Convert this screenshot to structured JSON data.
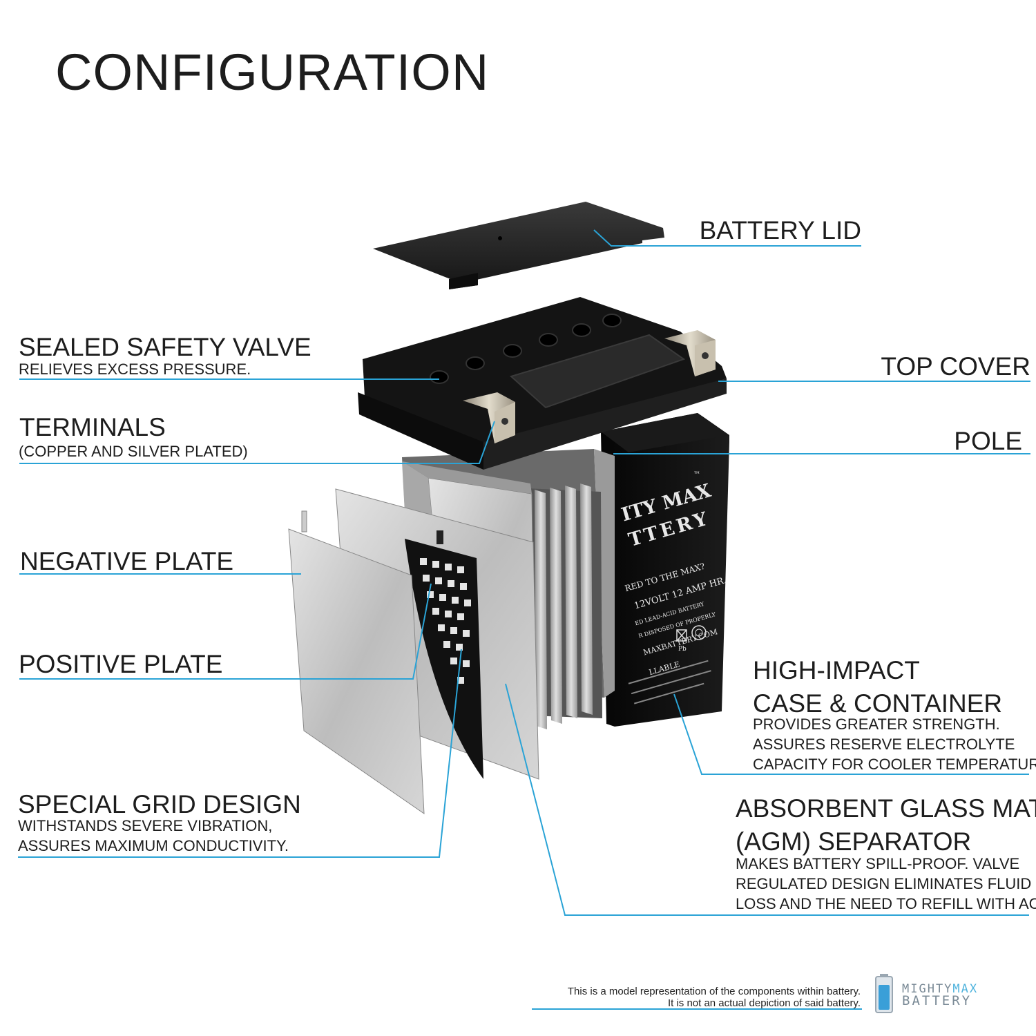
{
  "title": "CONFIGURATION",
  "colors": {
    "leader_line": "#2aa3d6",
    "case": "#121212",
    "plate": "#c9c9c9",
    "grid": "#1a1a1a"
  },
  "labels": {
    "battery_lid": "BATTERY LID",
    "sealed_safety_valve": {
      "title": "SEALED SAFETY VALVE",
      "desc": "RELIEVES EXCESS PRESSURE."
    },
    "top_cover": "TOP COVER",
    "terminals": {
      "title": "TERMINALS",
      "desc": "(COPPER AND SILVER PLATED)"
    },
    "pole": "POLE",
    "negative_plate": "NEGATIVE PLATE",
    "positive_plate": "POSITIVE PLATE",
    "high_impact": {
      "title_line1": "HIGH-IMPACT",
      "title_line2": "CASE & CONTAINER",
      "desc_line1": "PROVIDES GREATER STRENGTH.",
      "desc_line2": "ASSURES RESERVE ELECTROLYTE",
      "desc_line3": "CAPACITY FOR COOLER TEMPERATURES."
    },
    "special_grid": {
      "title": "SPECIAL GRID DESIGN",
      "desc_line1": "WITHSTANDS SEVERE VIBRATION,",
      "desc_line2": "ASSURES MAXIMUM CONDUCTIVITY."
    },
    "agm": {
      "title_line1": "ABSORBENT GLASS MAT",
      "title_line2": "(AGM) SEPARATOR",
      "desc_line1": "MAKES BATTERY SPILL-PROOF. VALVE",
      "desc_line2": "REGULATED DESIGN ELIMINATES FLUID",
      "desc_line3": "LOSS AND THE NEED TO REFILL WITH ACID."
    }
  },
  "case_label": {
    "line1": "ITY MAX",
    "line2": "TTERY",
    "tm": "™",
    "line3": "RED TO THE MAX?",
    "line4": "12VOLT 12 AMP HR.",
    "line5": "ED LEAD-ACID BATTERY",
    "line6": "R DISPOSED OF PROPERLY",
    "line7": "MAXBATTERY.COM",
    "line8": "LLABLE",
    "pb": "Pb"
  },
  "disclaimer": {
    "line1": "This is a model representation of the components within battery.",
    "line2": "It is not an actual depiction of said battery."
  },
  "brand": {
    "line1_a": "MIGHTY",
    "line1_b": "MAX",
    "line2": "BATTERY"
  }
}
